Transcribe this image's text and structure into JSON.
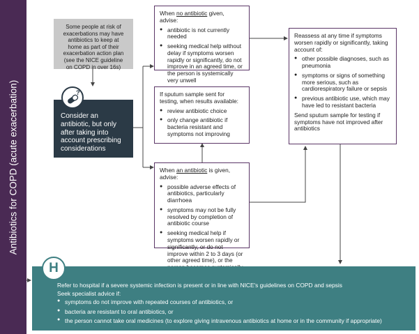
{
  "sidebar": {
    "title": "Antibiotics for COPD (acute exacerbation)"
  },
  "grey_box": {
    "text": "Some people at risk of exacerbations may have antibiotics to keep at home as part of their exacerbation action plan (see the NICE guideline on COPD in over 16s)"
  },
  "consider_box": {
    "text": "Consider an antibiotic, but only after taking into account prescribing considerations",
    "icon": "pill-question-icon"
  },
  "no_antibiotic": {
    "title_pre": "When ",
    "title_em": "no antibiotic",
    "title_post": " given, advise:",
    "items": [
      "antibiotic is not currently needed",
      "seeking medical help without delay if symptoms worsen rapidly or significantly, do not improve in an agreed time, or the person is systemically very unwell"
    ]
  },
  "sputum": {
    "title": "If sputum sample sent for testing, when results available:",
    "items": [
      "review antibiotic choice",
      "only change antibiotic if bacteria resistant and symptoms not improving"
    ]
  },
  "antibiotic_given": {
    "title_pre": "When ",
    "title_em": "an antibiotic",
    "title_post": " is given, advise:",
    "items": [
      "possible adverse effects of antibiotics, particularly diarrhoea",
      "symptoms may not be fully resolved by completion of antibiotic course",
      "seeking medical help if symptoms worsen rapidly or significantly, or do not improve within 2 to 3 days (or other agreed time), or the person becomes systemically very unwell"
    ]
  },
  "reassess": {
    "title": "Reassess at any time if symptoms worsen rapidly or significantly, taking account of:",
    "items": [
      "other possible diagnoses, such as pneumonia",
      "symptoms or signs of something more serious, such as cardiorespiratory failure or sepsis",
      "previous antibiotic use, which may have led to resistant bacteria"
    ],
    "footer": "Send sputum sample for testing if symptoms have not improved after antibiotics"
  },
  "hospital": {
    "letter": "H",
    "line1": "Refer to hospital if a severe systemic infection is present or in line with NICE's guidelines on COPD and sepsis",
    "line2": "Seek specialist advice if:",
    "items": [
      "symptoms do not improve with repeated courses of antibiotics, or",
      "bacteria are resistant to oral antibiotics, or",
      "the person cannot take oral medicines (to explore giving intravenous antibiotics at home or in the community if appropriate)"
    ]
  },
  "colors": {
    "sidebar": "#4a2a54",
    "outline": "#5a3566",
    "dark": "#2b3a46",
    "teal": "#3e7f82",
    "grey": "#c9c9c9"
  }
}
